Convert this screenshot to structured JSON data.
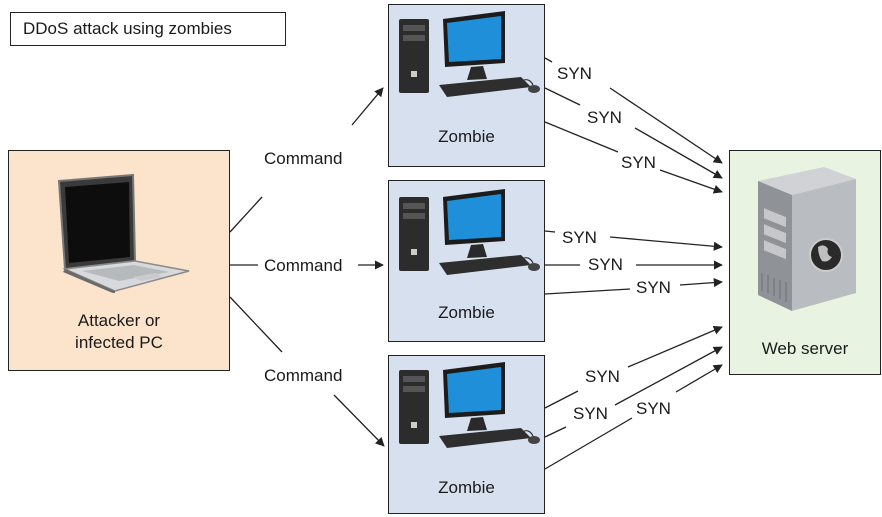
{
  "title": "DDoS attack using zombies",
  "attacker": {
    "label_line1": "Attacker or",
    "label_line2": "infected PC",
    "icon": "laptop-icon"
  },
  "zombies": [
    {
      "label": "Zombie",
      "icon": "desktop-computer-icon"
    },
    {
      "label": "Zombie",
      "icon": "desktop-computer-icon"
    },
    {
      "label": "Zombie",
      "icon": "desktop-computer-icon"
    }
  ],
  "server": {
    "label": "Web server",
    "icon": "server-tower-icon"
  },
  "command_label": "Command",
  "syn_label": "SYN",
  "colors": {
    "attacker_fill": "#fbe3cc",
    "zombie_fill": "#d6e0ee",
    "server_fill": "#e9f3e2",
    "line": "#222222"
  }
}
